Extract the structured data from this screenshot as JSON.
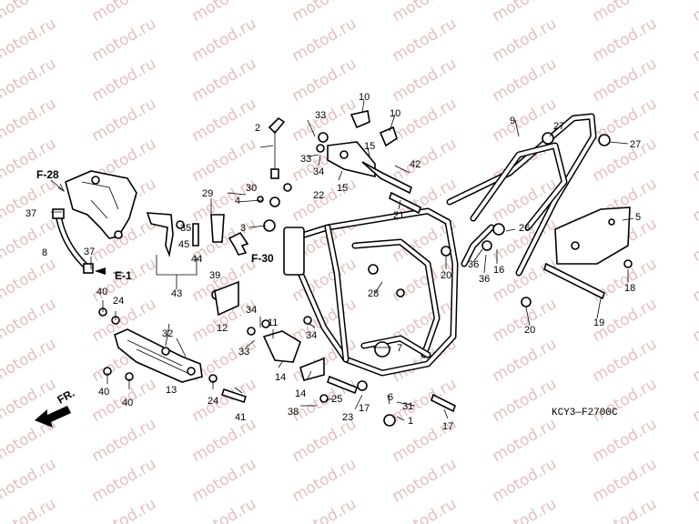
{
  "watermark": "motod.ru",
  "diagram_code": "KCY3—F2700C",
  "refs": {
    "f28": "F-28",
    "f30": "F-30",
    "e1": "E-1",
    "fr": "FR."
  },
  "labels": {
    "n1": "1",
    "n2": "2",
    "n3": "3",
    "n4": "4",
    "n5": "5",
    "n6": "6",
    "n7": "7",
    "n8": "8",
    "n9": "9",
    "n10a": "10",
    "n10b": "10",
    "n11": "11",
    "n12": "12",
    "n13": "13",
    "n14a": "14",
    "n14b": "14",
    "n15a": "15",
    "n15b": "15",
    "n16": "16",
    "n17a": "17",
    "n17b": "17",
    "n18": "18",
    "n19": "19",
    "n20a": "20",
    "n20b": "20",
    "n21": "21",
    "n22": "22",
    "n23": "23",
    "n24a": "24",
    "n24b": "24",
    "n25": "25",
    "n26": "26",
    "n27a": "27",
    "n27b": "27",
    "n28": "28",
    "n29": "29",
    "n30": "30",
    "n31": "31",
    "n32": "32",
    "n33a": "33",
    "n33b": "33",
    "n33c": "33",
    "n34a": "34",
    "n34b": "34",
    "n34c": "34",
    "n35": "35",
    "n36a": "36",
    "n36b": "36",
    "n37a": "37",
    "n37b": "37",
    "n38": "38",
    "n39": "39",
    "n40a": "40",
    "n40b": "40",
    "n40c": "40",
    "n41": "41",
    "n42": "42",
    "n43": "43",
    "n44": "44",
    "n45": "45"
  }
}
